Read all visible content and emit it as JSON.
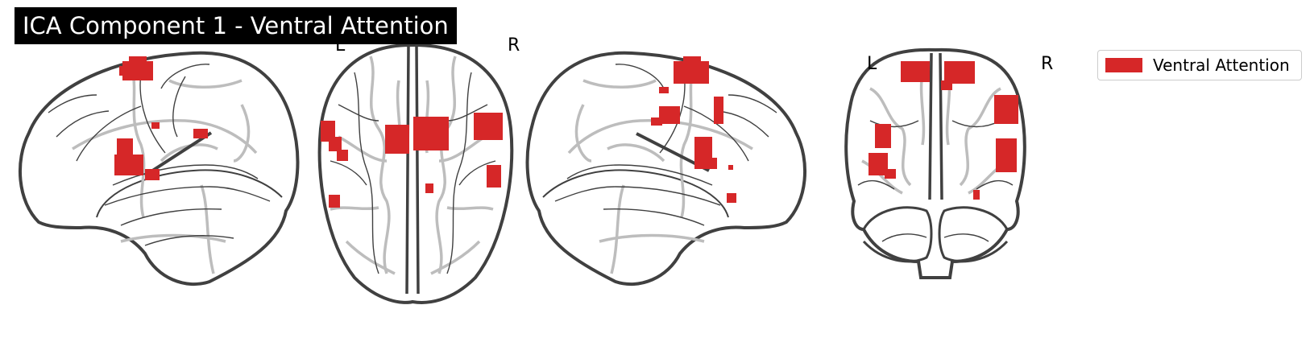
{
  "title": "ICA Component 1 - Ventral Attention",
  "views": {
    "axial": {
      "left_label": "L",
      "right_label": "R"
    },
    "coronal": {
      "left_label": "L",
      "right_label": "R"
    }
  },
  "legend": {
    "label": "Ventral Attention",
    "color": "#d62728"
  },
  "colors": {
    "activation": "#d62728",
    "outline": "#404040",
    "sulci": "#bdbdbd",
    "background": "#ffffff"
  }
}
